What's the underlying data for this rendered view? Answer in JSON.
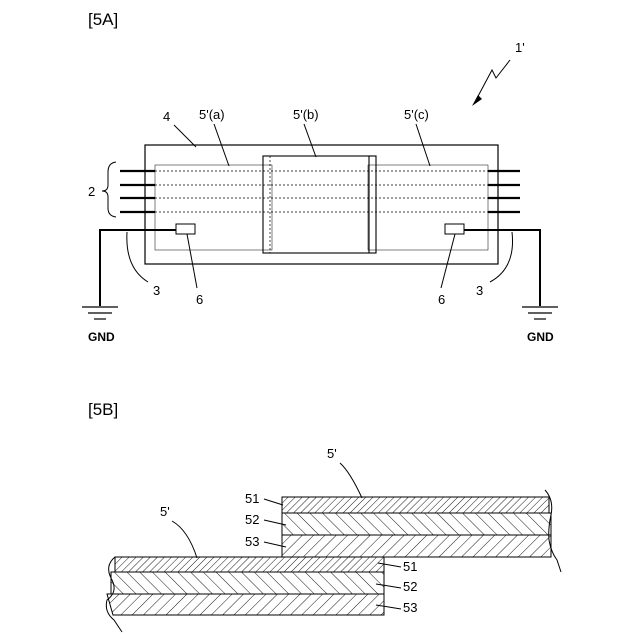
{
  "panel_a": {
    "title": "[5A]",
    "labels": {
      "device": "1'",
      "wires": "2",
      "ground_lead_left": "3",
      "ground_lead_right": "3",
      "housing": "4",
      "sheet_a": "5'(a)",
      "sheet_b": "5'(b)",
      "sheet_c": "5'(c)",
      "electrode_left": "6",
      "electrode_right": "6",
      "gnd_left": "GND",
      "gnd_right": "GND"
    }
  },
  "panel_b": {
    "title": "[5B]",
    "labels": {
      "sheet_upper": "5'",
      "sheet_lower": "5'",
      "upper_layer_1": "51",
      "upper_layer_2": "52",
      "upper_layer_3": "53",
      "lower_layer_1": "51",
      "lower_layer_2": "52",
      "lower_layer_3": "53"
    }
  }
}
